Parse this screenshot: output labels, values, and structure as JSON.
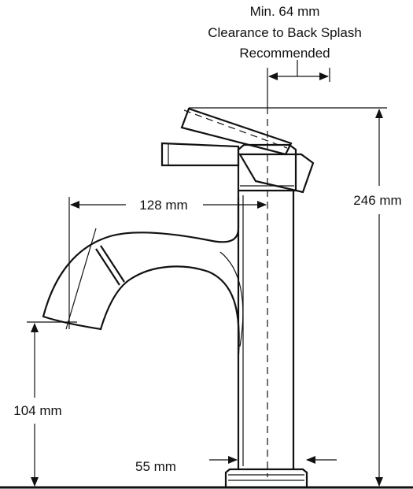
{
  "diagram": {
    "clearance_note": {
      "line1": "Min. 64 mm",
      "line2": "Clearance to Back Splash",
      "line3": "Recommended"
    },
    "dimensions": {
      "spout_reach": "128 mm",
      "total_height": "246 mm",
      "spout_height": "104 mm",
      "base_diameter": "55 mm"
    },
    "colors": {
      "line": "#111111",
      "background": "#ffffff"
    }
  }
}
